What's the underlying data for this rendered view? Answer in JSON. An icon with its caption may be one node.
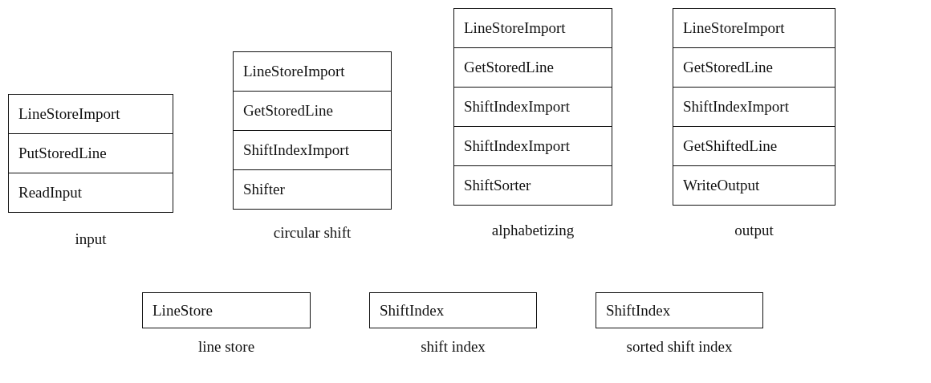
{
  "diagram": {
    "nodes": [
      {
        "text": [],
        "shape": "box",
        "beside": [
          "input"
        ]
      },
      {
        "text": [
          "LineStoreImport"
        ],
        "in": 0
      },
      {
        "text": [
          "PutStoredLine"
        ],
        "in": 0
      },
      {
        "text": [
          "ReadInput"
        ],
        "in": 0
      },
      {
        "text": [],
        "shape": "box",
        "beside": [
          "circular shift"
        ]
      },
      {
        "text": [
          "LineStoreImport"
        ],
        "in": 4
      },
      {
        "text": [
          "GetStoredLine"
        ],
        "in": 4
      },
      {
        "text": [
          "ShiftIndexImport"
        ],
        "in": 4
      },
      {
        "text": [
          "Shifter"
        ],
        "in": 4
      },
      {
        "text": [],
        "shape": "box",
        "beside": [
          "alphabetizing"
        ]
      },
      {
        "text": [
          "LineStoreImport"
        ],
        "in": 9
      },
      {
        "text": [
          "GetStoredLine"
        ],
        "in": 9
      },
      {
        "text": [
          "ShiftIndexImport"
        ],
        "in": 9
      },
      {
        "text": [
          "ShiftIndexImport"
        ],
        "in": 9
      },
      {
        "text": [
          "ShiftSorter"
        ],
        "in": 9
      },
      {
        "text": [],
        "shape": "box",
        "beside": [
          "output"
        ]
      },
      {
        "text": [
          "LineStoreImport"
        ],
        "in": 15
      },
      {
        "text": [
          "GetStoredLine"
        ],
        "in": 15
      },
      {
        "text": [
          "ShiftIndexImport"
        ],
        "in": 15
      },
      {
        "text": [
          "GetShiftedLine"
        ],
        "in": 15
      },
      {
        "text": [
          "WriteOutput"
        ],
        "in": 15
      },
      {
        "text": [
          "LineStore"
        ],
        "beside": [
          "line store"
        ]
      },
      {
        "text": [
          "ShiftIndex"
        ],
        "beside": [
          "shift index"
        ]
      },
      {
        "text": [
          "ShiftIndex"
        ],
        "beside": [
          "sorted shift index"
        ]
      }
    ],
    "edges": []
  }
}
